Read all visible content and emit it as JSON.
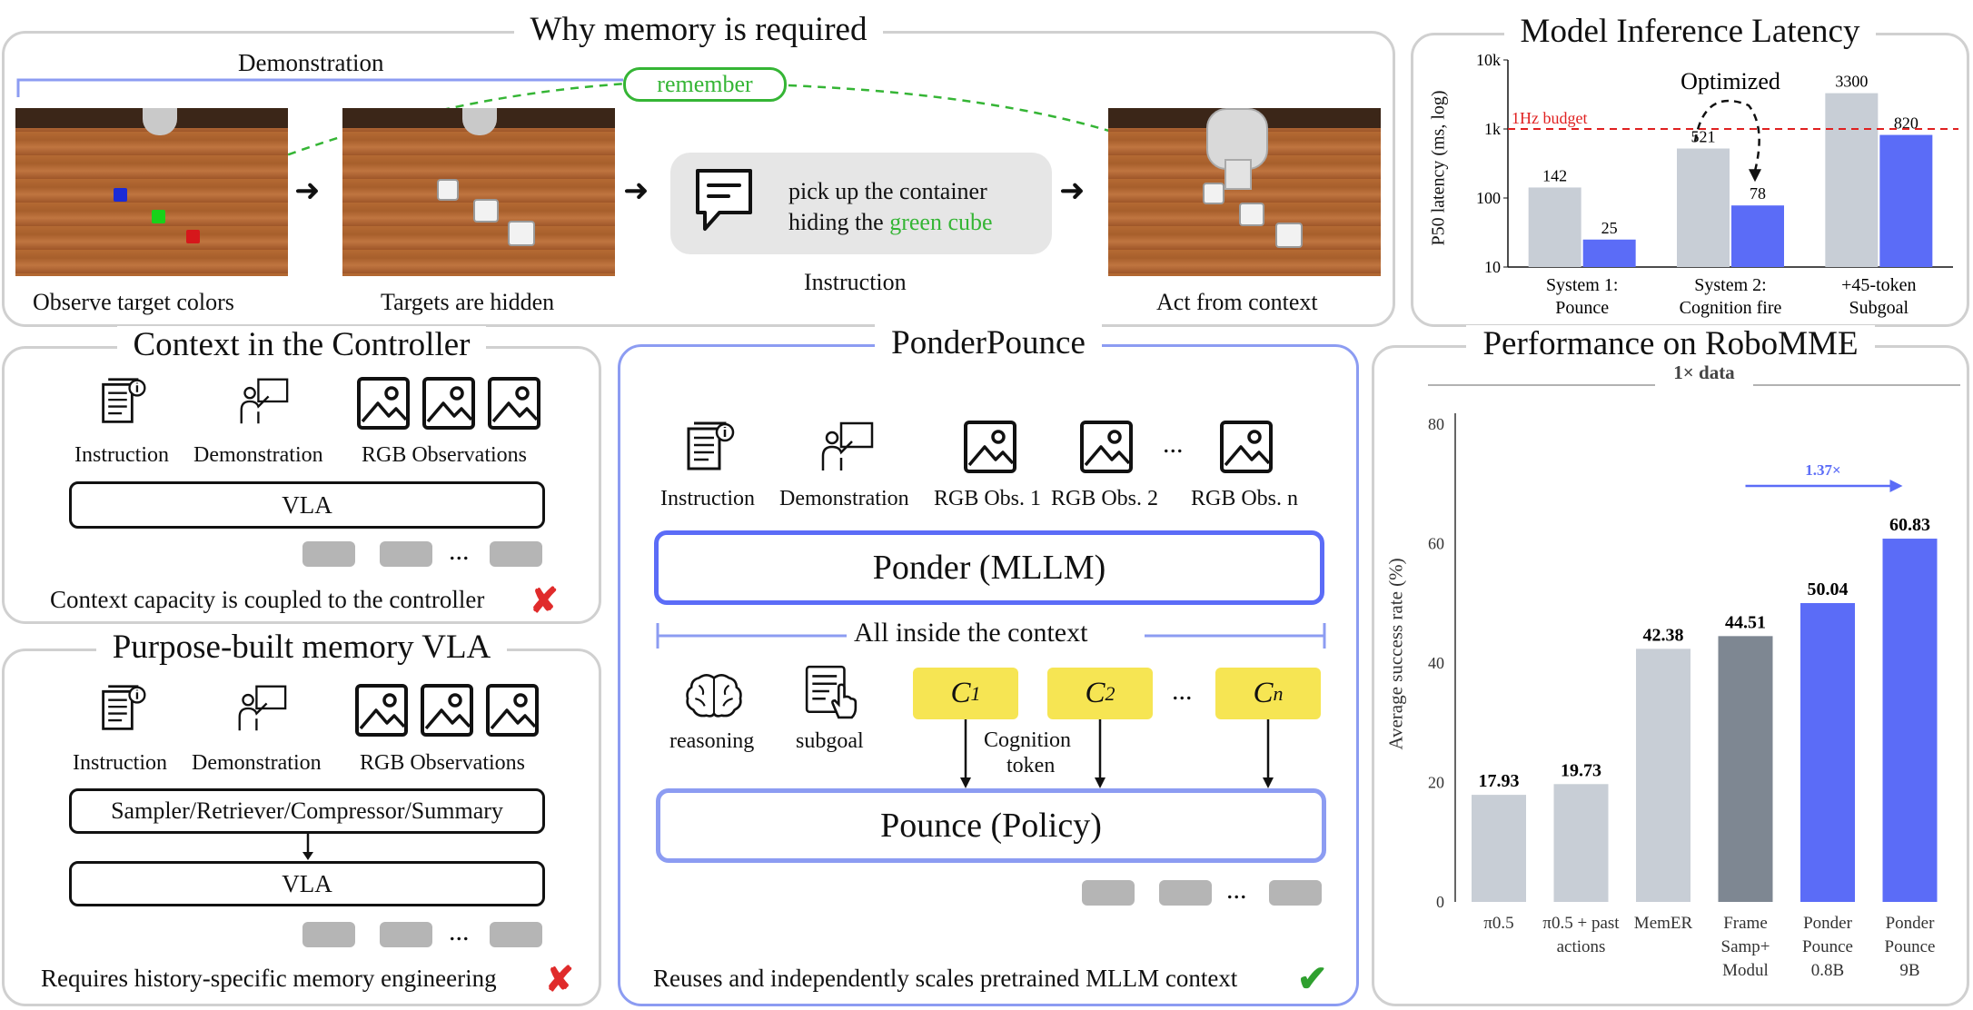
{
  "memory_panel": {
    "title": "Why memory is required",
    "demonstration": "Demonstration",
    "remember": "remember",
    "captions": [
      "Observe target colors",
      "Targets are hidden",
      "Act from context"
    ],
    "instruction_text_1": "pick up the container",
    "instruction_text_2": "hiding the ",
    "instruction_highlight": "green cube",
    "instruction_label": "Instruction",
    "arrow": "➜"
  },
  "latency_panel": {
    "title": "Model Inference Latency",
    "ylabel": "P50 latency (ms, log)",
    "budget_label": "1Hz budget",
    "optimized_label": "Optimized",
    "yticks": [
      "10k",
      "1k",
      "100",
      "10"
    ],
    "categories": [
      [
        "System 1:",
        "Pounce"
      ],
      [
        "System 2:",
        "Cognition fire"
      ],
      [
        "+45-token",
        "Subgoal"
      ]
    ]
  },
  "context_panel": {
    "title": "Context in the Controller",
    "icons": [
      "Instruction",
      "Demonstration",
      "RGB Observations"
    ],
    "vla": "VLA",
    "dots": "...",
    "note": "Context capacity is coupled to the controller",
    "mark": "✘"
  },
  "purpose_panel": {
    "title": "Purpose-built memory VLA",
    "icons": [
      "Instruction",
      "Demonstration",
      "RGB Observations"
    ],
    "sampler": "Sampler/Retriever/Compressor/Summary",
    "vla": "VLA",
    "dots": "...",
    "note": "Requires history-specific memory engineering",
    "mark": "✘"
  },
  "ponder_panel": {
    "title": "PonderPounce",
    "icons": [
      "Instruction",
      "Demonstration",
      "RGB Obs. 1",
      "RGB Obs. 2",
      "RGB Obs. n"
    ],
    "ponder_box": "Ponder (MLLM)",
    "context_label": "All inside the context",
    "reasoning": "reasoning",
    "subgoal": "subgoal",
    "cognition_token": [
      "Cognition",
      "token"
    ],
    "pounce_box": "Pounce (Policy)",
    "dots": "...",
    "note": "Reuses and independently scales pretrained MLLM context",
    "mark": "✔"
  },
  "performance_panel": {
    "title": "Performance on RoboMME",
    "subtitle": "1× data",
    "ylabel": "Average success rate (%)",
    "speedup": "1.37×"
  },
  "chart_data": [
    {
      "type": "bar",
      "title": "Model Inference Latency",
      "ylabel": "P50 latency (ms, log)",
      "yscale": "log",
      "ylim": [
        10,
        10000
      ],
      "yticks": [
        10,
        100,
        1000,
        10000
      ],
      "categories": [
        "System 1: Pounce",
        "System 2: Cognition fire",
        "+45-token Subgoal"
      ],
      "series": [
        {
          "values": [
            142,
            521,
            3300
          ],
          "color": "#c8ced6"
        },
        {
          "values": [
            25,
            78,
            820
          ],
          "color": "#5b6cf7"
        }
      ],
      "reference_line": {
        "value": 1000,
        "label": "1Hz budget",
        "color": "#e02020"
      },
      "annotation": "Optimized",
      "grid": false
    },
    {
      "type": "bar",
      "title": "Performance on RoboMME",
      "subtitle": "1× data",
      "ylabel": "Average success rate (%)",
      "ylim": [
        0,
        80
      ],
      "yticks": [
        0,
        20,
        40,
        60,
        80
      ],
      "categories": [
        "π0.5",
        "π0.5 + past actions",
        "MemER",
        "Frame Samp+ Modul",
        "Ponder Pounce 0.8B",
        "Ponder Pounce 9B"
      ],
      "category_lines": [
        [
          "π0.5"
        ],
        [
          "π0.5 + past",
          "actions"
        ],
        [
          "MemER"
        ],
        [
          "Frame",
          "Samp+",
          "Modul"
        ],
        [
          "Ponder",
          "Pounce",
          "0.8B"
        ],
        [
          "Ponder",
          "Pounce",
          "9B"
        ]
      ],
      "values": [
        17.93,
        19.73,
        42.38,
        44.51,
        50.04,
        60.83
      ],
      "colors": [
        "#c8ced6",
        "#c8ced6",
        "#c8ced6",
        "#7e8792",
        "#5b6cf7",
        "#5b6cf7"
      ],
      "annotation": "1.37×",
      "grid": false
    }
  ]
}
